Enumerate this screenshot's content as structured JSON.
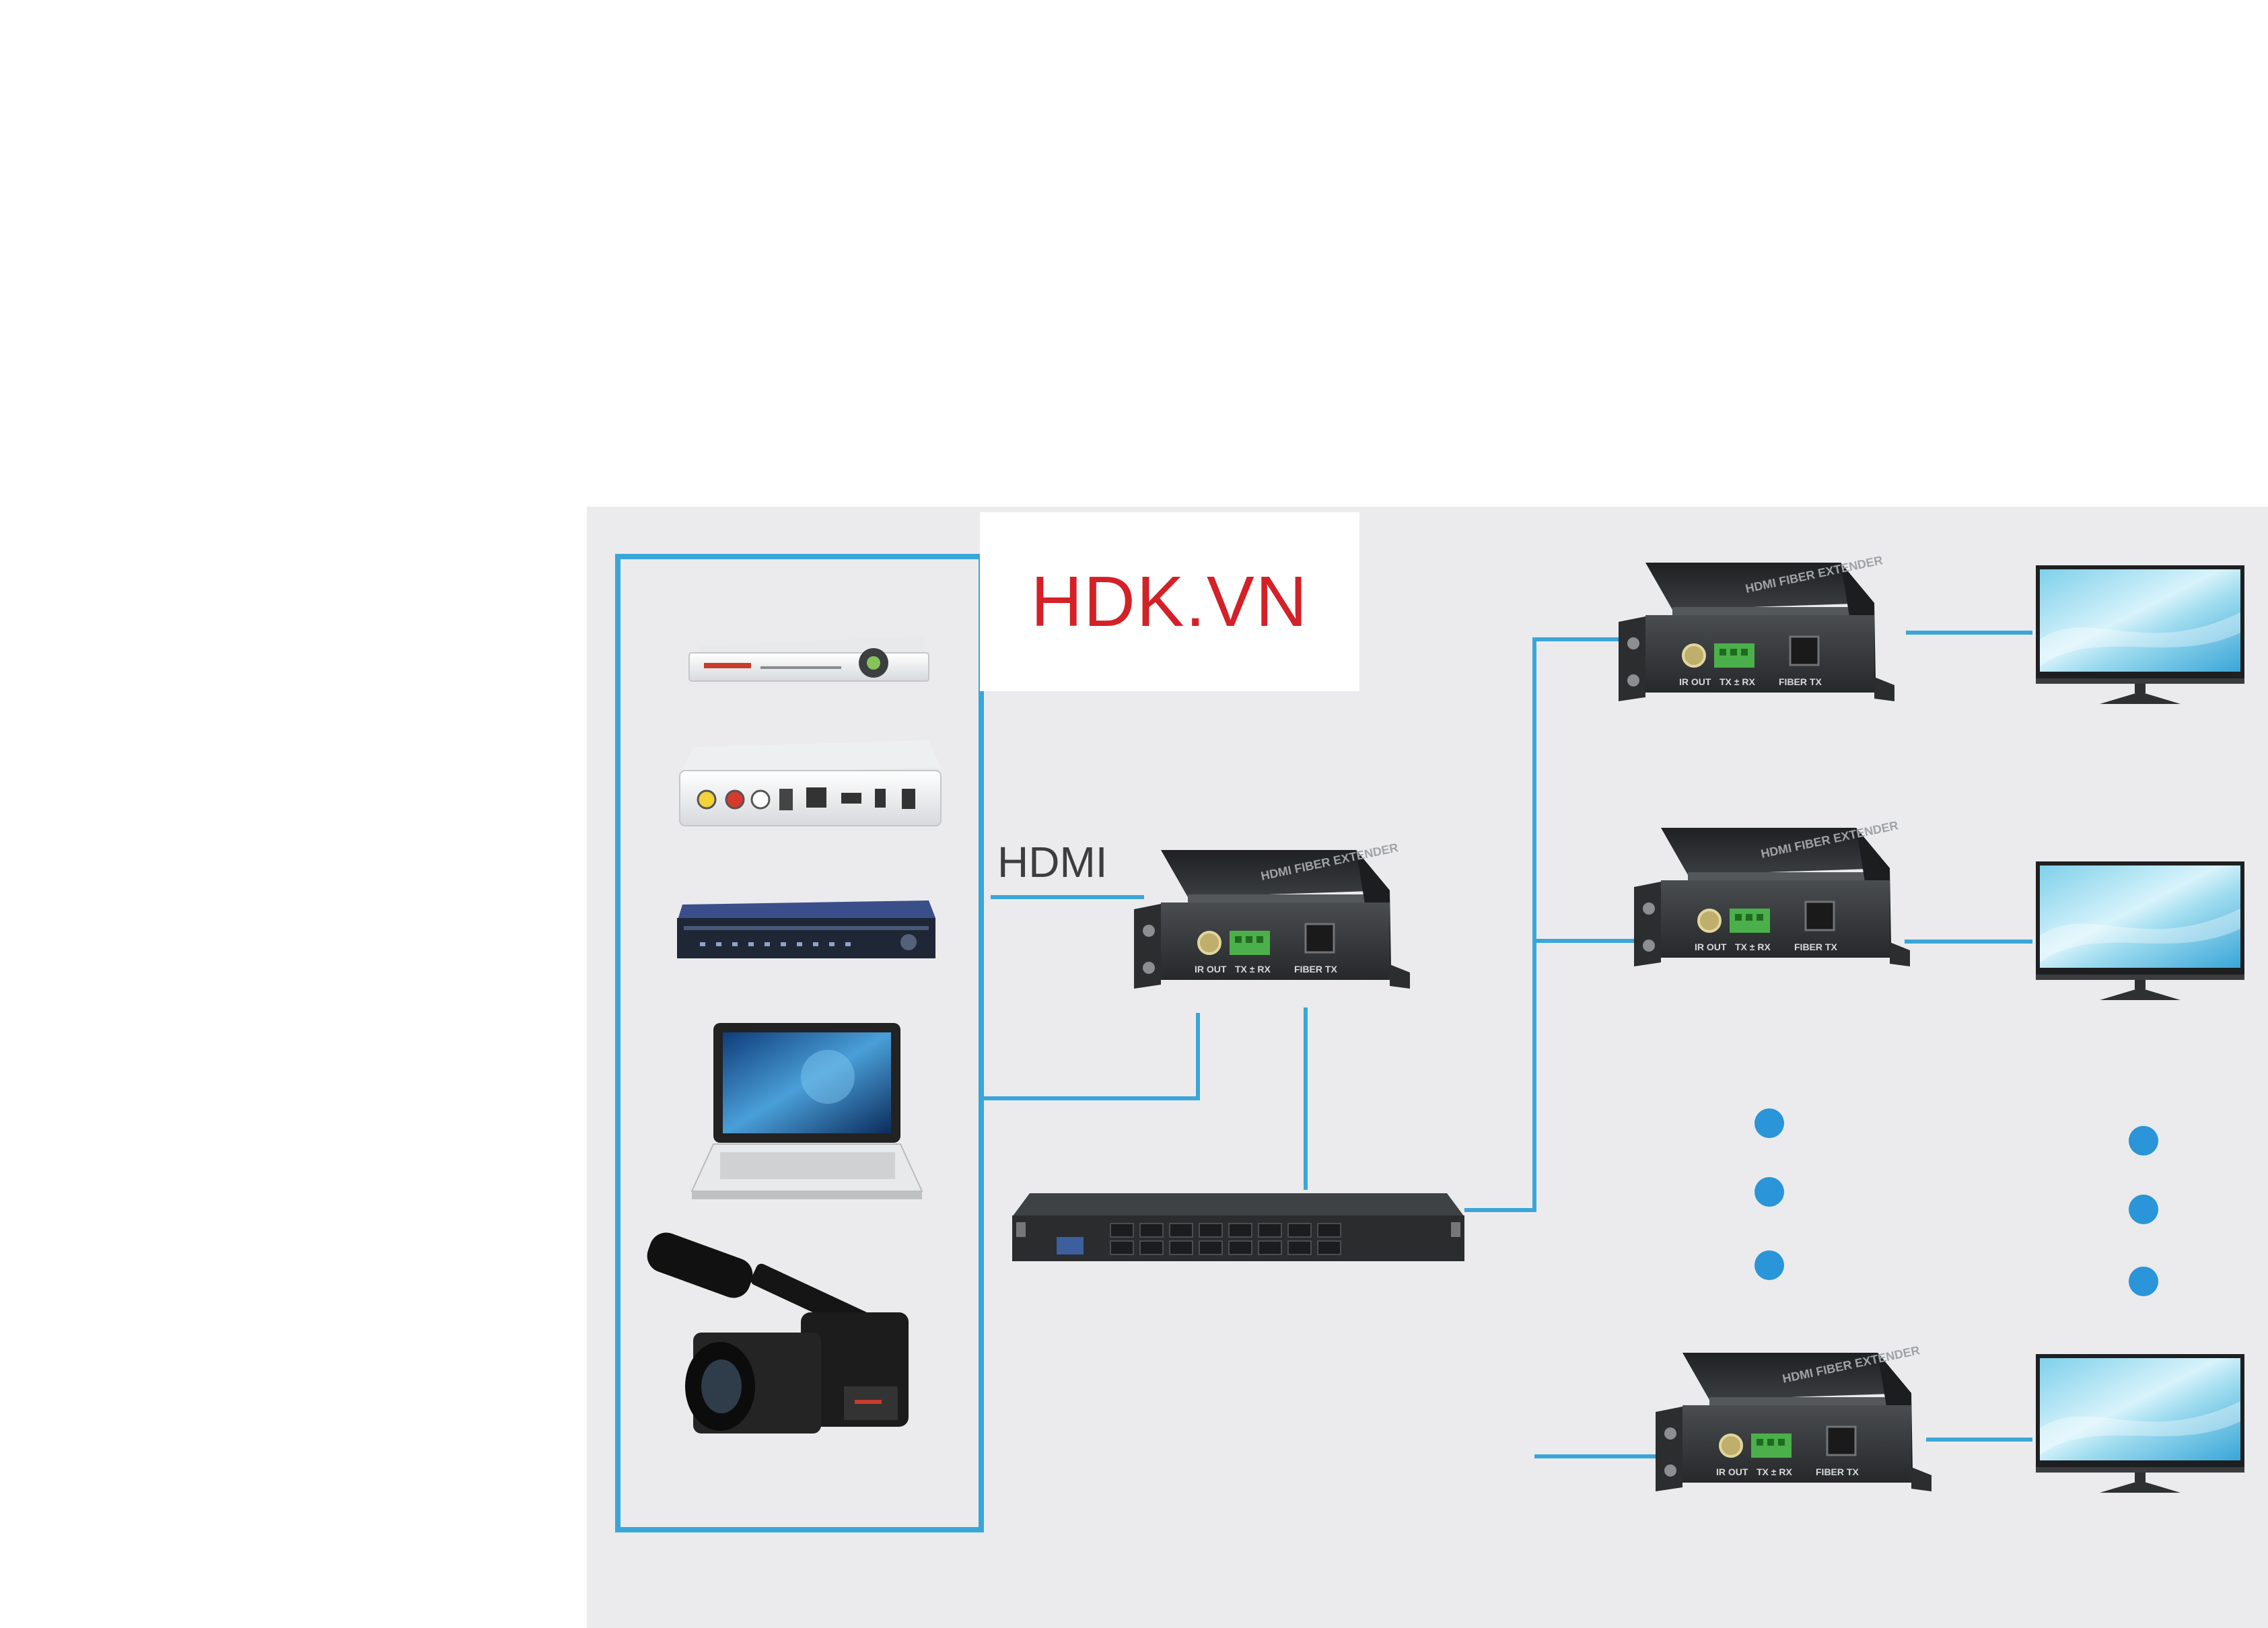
{
  "logo": {
    "text": "HDK.VN"
  },
  "link_label": "HDMI",
  "device_port_labels": {
    "ir": "IR OUT",
    "rs": "TX ± RX",
    "fiber": "FIBER TX"
  },
  "colors": {
    "panel_bg": "#ebebed",
    "accent_line": "#3aa6d8",
    "logo_red": "#d42027",
    "device_body": "#2f3133",
    "terminal_green": "#4bb04b",
    "dot_blue": "#2a95d8"
  },
  "icons": [
    "dvd-player-icon",
    "media-box-icon",
    "dvr-icon",
    "laptop-icon",
    "camcorder-icon",
    "fiber-transmitter-icon",
    "fiber-switch-icon",
    "fiber-receiver-icon",
    "tv-monitor-icon"
  ]
}
